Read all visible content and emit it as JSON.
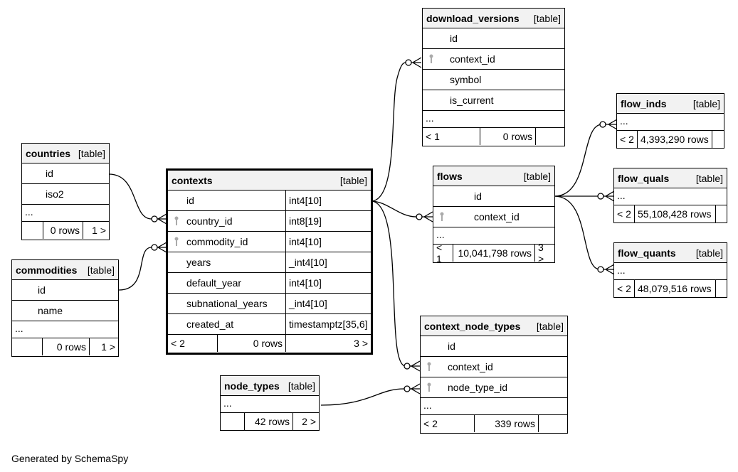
{
  "footer": "Generated by SchemaSpy",
  "tables": {
    "download_versions": {
      "name": "download_versions",
      "type": "[table]",
      "columns": [
        "id",
        "context_id",
        "symbol",
        "is_current"
      ],
      "ellipsis": "...",
      "prev": "< 1",
      "rows": "0 rows"
    },
    "countries": {
      "name": "countries",
      "type": "[table]",
      "columns": [
        "id",
        "iso2"
      ],
      "ellipsis": "...",
      "rows": "0 rows",
      "next": "1 >"
    },
    "commodities": {
      "name": "commodities",
      "type": "[table]",
      "columns": [
        "id",
        "name"
      ],
      "ellipsis": "...",
      "rows": "0 rows",
      "next": "1 >"
    },
    "contexts": {
      "name": "contexts",
      "type": "[table]",
      "columns": [
        {
          "name": "id",
          "dtype": "int4[10]"
        },
        {
          "name": "country_id",
          "dtype": "int8[19]"
        },
        {
          "name": "commodity_id",
          "dtype": "int4[10]"
        },
        {
          "name": "years",
          "dtype": "_int4[10]"
        },
        {
          "name": "default_year",
          "dtype": "int4[10]"
        },
        {
          "name": "subnational_years",
          "dtype": "_int4[10]"
        },
        {
          "name": "created_at",
          "dtype": "timestamptz[35,6]"
        }
      ],
      "prev": "< 2",
      "rows": "0 rows",
      "next": "3 >"
    },
    "flows": {
      "name": "flows",
      "type": "[table]",
      "columns": [
        "id",
        "context_id"
      ],
      "ellipsis": "...",
      "prev": "< 1",
      "rows": "10,041,798 rows",
      "next": "3 >"
    },
    "flow_inds": {
      "name": "flow_inds",
      "type": "[table]",
      "ellipsis": "...",
      "prev": "< 2",
      "rows": "4,393,290 rows"
    },
    "flow_quals": {
      "name": "flow_quals",
      "type": "[table]",
      "ellipsis": "...",
      "prev": "< 2",
      "rows": "55,108,428 rows"
    },
    "flow_quants": {
      "name": "flow_quants",
      "type": "[table]",
      "ellipsis": "...",
      "prev": "< 2",
      "rows": "48,079,516 rows"
    },
    "context_node_types": {
      "name": "context_node_types",
      "type": "[table]",
      "columns": [
        "id",
        "context_id",
        "node_type_id"
      ],
      "ellipsis": "...",
      "prev": "< 2",
      "rows": "339 rows"
    },
    "node_types": {
      "name": "node_types",
      "type": "[table]",
      "ellipsis": "...",
      "rows": "42 rows",
      "next": "2 >"
    }
  }
}
